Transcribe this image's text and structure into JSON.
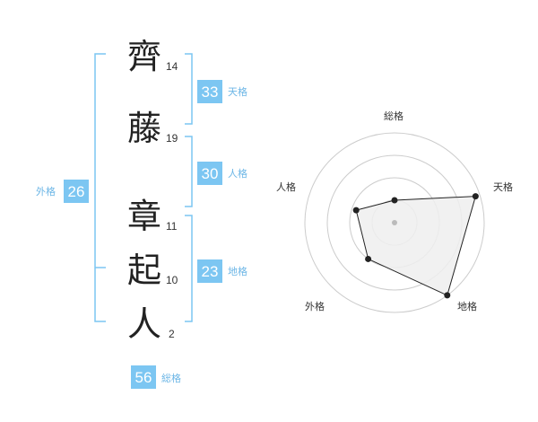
{
  "name": {
    "characters": [
      {
        "char": "齊",
        "strokes": "14"
      },
      {
        "char": "藤",
        "strokes": "19"
      },
      {
        "char": "章",
        "strokes": "11"
      },
      {
        "char": "起",
        "strokes": "10"
      },
      {
        "char": "人",
        "strokes": "2"
      }
    ]
  },
  "kaku": {
    "tenkaku": {
      "value": "33",
      "label": "天格"
    },
    "jinkaku": {
      "value": "30",
      "label": "人格"
    },
    "chikaku": {
      "value": "23",
      "label": "地格"
    },
    "gaikaku": {
      "value": "26",
      "label": "外格"
    },
    "soukaku": {
      "value": "56",
      "label": "総格"
    }
  },
  "colors": {
    "accent": "#7cc6f2",
    "accent_text": "#6cb6e6",
    "text": "#222222",
    "radar_fill": "#eeeeee",
    "radar_line": "#222222",
    "grid": "#cccccc"
  },
  "chart_data": {
    "type": "radar",
    "axes": [
      "総格",
      "天格",
      "地格",
      "外格",
      "人格"
    ],
    "values": [
      0.25,
      0.95,
      1.0,
      0.5,
      0.45
    ],
    "rings": 4,
    "center_marker": true
  }
}
